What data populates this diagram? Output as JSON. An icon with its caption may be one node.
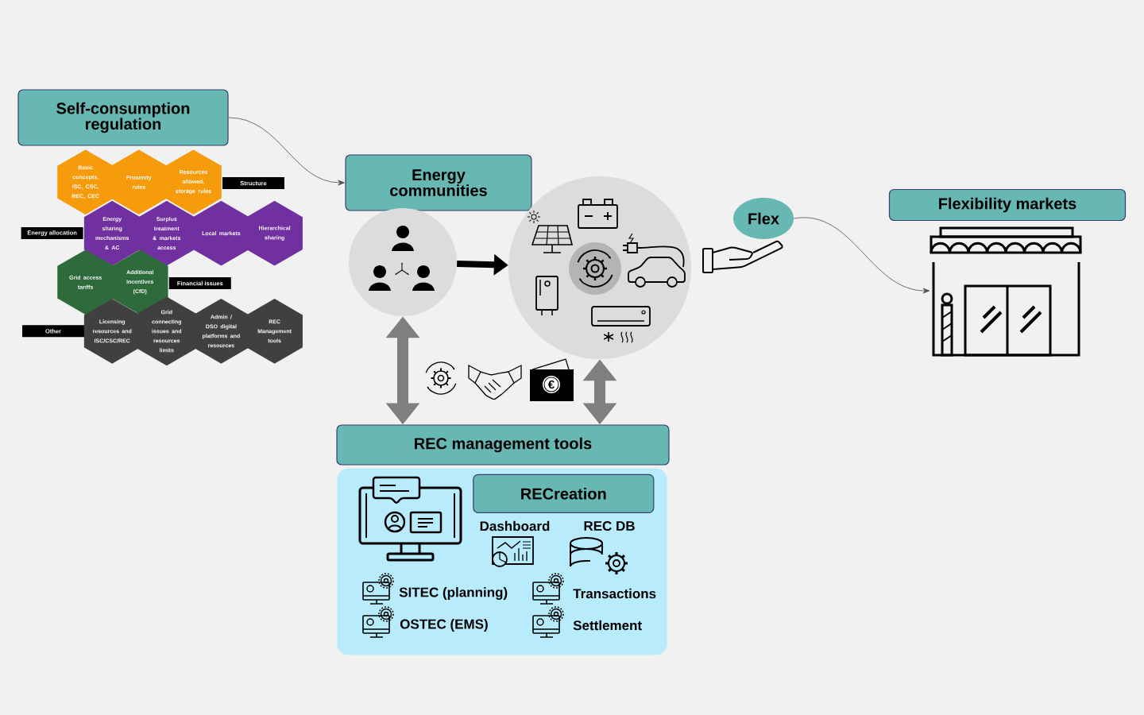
{
  "diagram": {
    "nodes": [
      {
        "text": [
          "Self-consumption regulation"
        ]
      },
      {
        "text": [
          "Basic concepts, ISC, CSC, REC, CEC"
        ]
      },
      {
        "text": [
          "Proximity rules"
        ]
      },
      {
        "text": [
          "Resources allowed, storage rules"
        ]
      },
      {
        "text": [
          "Structure"
        ]
      },
      {
        "text": [
          "Energy allocation"
        ]
      },
      {
        "text": [
          "Energy sharing mechanisms & AC"
        ]
      },
      {
        "text": [
          "Surplus treatment & markets access"
        ]
      },
      {
        "text": [
          "Local markets"
        ]
      },
      {
        "text": [
          "Hierarchical sharing"
        ]
      },
      {
        "text": [
          "Grid access tariffs"
        ]
      },
      {
        "text": [
          "Additional incentives (CfD)"
        ]
      },
      {
        "text": [
          "Financial issues"
        ]
      },
      {
        "text": [
          "Other"
        ]
      },
      {
        "text": [
          "Licensing resources and ISC/CSC/REC"
        ]
      },
      {
        "text": [
          "Grid connecting issues and resources limits"
        ]
      },
      {
        "text": [
          "Admin / DSO digital platforms and resources"
        ]
      },
      {
        "text": [
          "REC Management tools"
        ]
      },
      {
        "text": [
          "Energy communities"
        ]
      },
      {
        "text": [],
        "shape": "circle"
      },
      {
        "text": [],
        "shape": "circle"
      },
      {
        "text": [
          "Flex"
        ]
      },
      {
        "text": [
          "Flexibility markets"
        ]
      },
      {
        "text": [],
        "shape": "picture"
      },
      {
        "text": [
          "REC management tools"
        ]
      },
      {
        "text": [],
        "shape": "box"
      },
      {
        "text": [
          "RECreation"
        ],
        "in": 25
      }
    ],
    "edges": [
      {
        "from": 0,
        "to": 18,
        "arrow": "to"
      },
      {
        "from": 21,
        "to": 23,
        "arrow": "to"
      },
      {
        "from": 19,
        "to": 20,
        "arrow": "to",
        "color": "#000000"
      },
      {
        "from": 19,
        "to": 24,
        "arrow": "both",
        "color": "#7f7f7f"
      },
      {
        "from": 20,
        "to": 24,
        "arrow": "both",
        "color": "#7f7f7f"
      }
    ],
    "labels": [
      "€",
      "Dashboard",
      "REC DB",
      "SITEC (planning)",
      "Transactions",
      "OSTEC (EMS)",
      "Settlement"
    ]
  }
}
